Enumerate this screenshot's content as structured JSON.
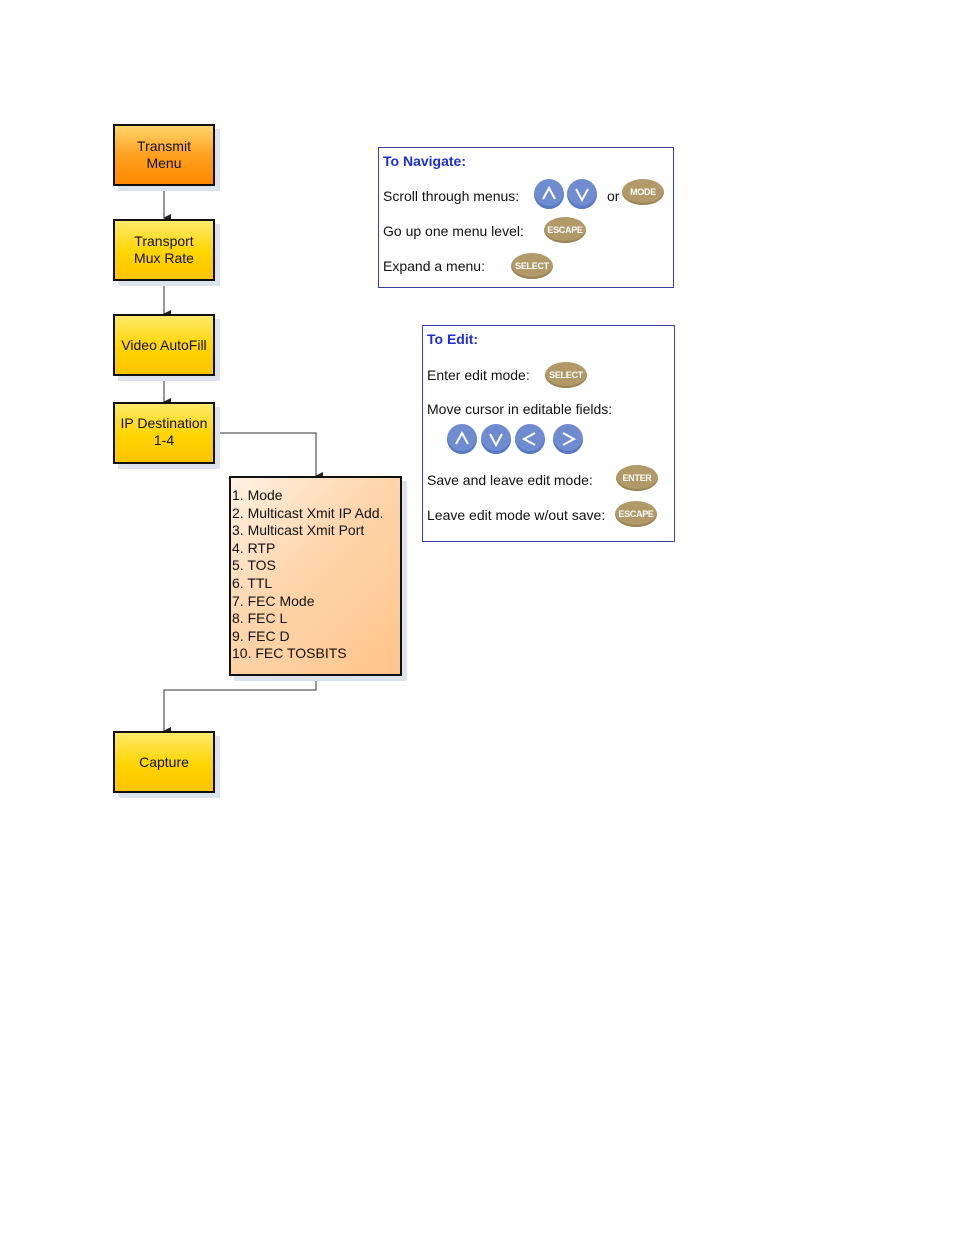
{
  "flow": {
    "transmit_menu": [
      "Transmit",
      "Menu"
    ],
    "transport_mux_rate": [
      "Transport",
      "Mux Rate"
    ],
    "video_autofill": "Video AutoFill",
    "ip_destination": [
      "IP Destination",
      "1-4"
    ],
    "capture": "Capture"
  },
  "submenu_items": [
    "1. Mode",
    "2. Multicast Xmit IP Add.",
    "3. Multicast Xmit Port",
    "4. RTP",
    "5. TOS",
    "6. TTL",
    "7. FEC Mode",
    "8. FEC L",
    "9. FEC D",
    "10. FEC TOSBITS"
  ],
  "navigate": {
    "title": "To Navigate:",
    "scroll": "Scroll through menus:",
    "or": "or",
    "up_level": "Go up one menu level:",
    "expand": "Expand a menu:",
    "mode_key": "MODE",
    "escape_key": "ESCAPE",
    "select_key": "SELECT"
  },
  "edit": {
    "title": "To Edit:",
    "enter_mode": "Enter edit mode:",
    "move_cursor": "Move cursor in editable fields:",
    "save_leave": "Save and leave edit mode:",
    "leave_nosave": "Leave edit mode w/out save:",
    "select_key": "SELECT",
    "enter_key": "ENTER",
    "escape_key": "ESCAPE"
  },
  "colors": {
    "orange_box": "#ff9a10",
    "yellow_box": "#ffd400",
    "peach_box": "#ffcf9e",
    "nav_button": "#6f8cd0",
    "key_pill": "#b19a68",
    "panel_title": "#1c2fd6",
    "panel_border": "#3b3fa8"
  },
  "icons": [
    "up-arrow-icon",
    "down-arrow-icon",
    "left-arrow-icon",
    "right-arrow-icon"
  ]
}
